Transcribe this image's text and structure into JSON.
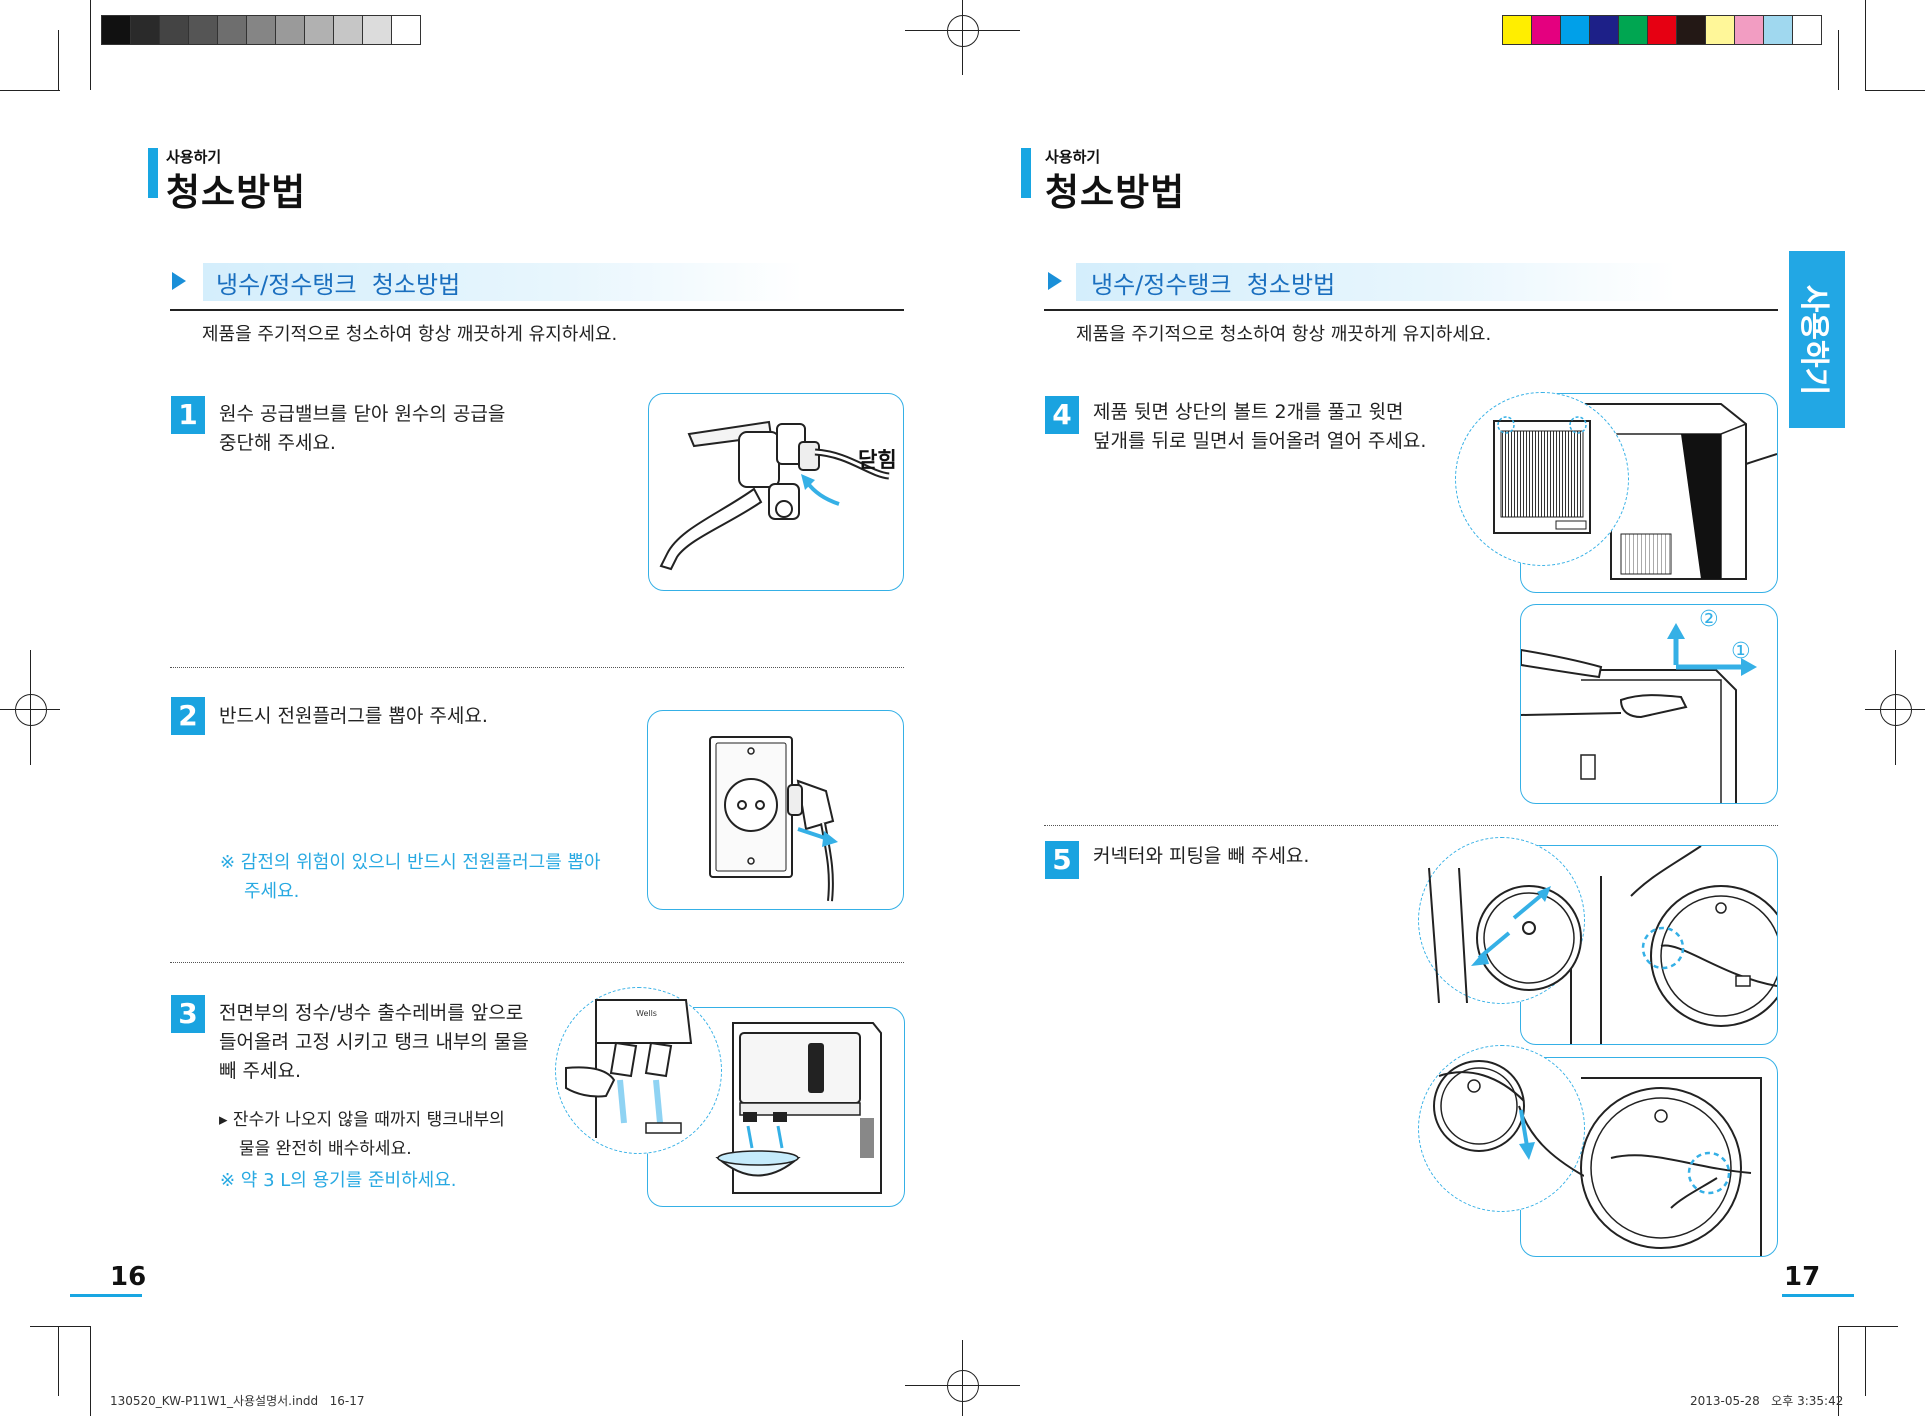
{
  "swatches": {
    "gray": [
      "#111111",
      "#2a2a2a",
      "#444444",
      "#555555",
      "#6e6e6e",
      "#858585",
      "#9a9a9a",
      "#b1b1b1",
      "#c6c6c6",
      "#dcdcdc",
      "#ffffff"
    ],
    "color": [
      "#ffee00",
      "#e4007f",
      "#00a0e9",
      "#1d2088",
      "#00a651",
      "#e60012",
      "#231815",
      "#fff799",
      "#f29dc2",
      "#a0d8ef",
      "#ffffff"
    ]
  },
  "left": {
    "header_sub": "사용하기",
    "header_title": "청소방법",
    "section_title": "냉수/정수탱크  청소방법",
    "intro": "제품을 주기적으로 청소하여 항상 깨끗하게 유지하세요.",
    "step1": {
      "num": "1",
      "line1": "원수 공급밸브를 닫아 원수의 공급을",
      "line2": "중단해 주세요.",
      "image_label": "닫힘"
    },
    "step2": {
      "num": "2",
      "line1": "반드시 전원플러그를 뽑아 주세요.",
      "note1": "※ 감전의 위험이 있으니 반드시 전원플러그를 뽑아",
      "note2": "주세요."
    },
    "step3": {
      "num": "3",
      "line1": "전면부의 정수/냉수 출수레버를 앞으로",
      "line2": "들어올려 고정 시키고 탱크 내부의 물을",
      "line3": "빼 주세요.",
      "bullet1": "▸ 잔수가 나오지 않을 때까지 탱크내부의",
      "bullet2": "물을 완전히 배수하세요.",
      "note": "※ 약 3 L의 용기를 준비하세요.",
      "brand": "Wells"
    },
    "page_number": "16"
  },
  "right": {
    "header_sub": "사용하기",
    "header_title": "청소방법",
    "section_title": "냉수/정수탱크  청소방법",
    "intro": "제품을 주기적으로 청소하여 항상 깨끗하게 유지하세요.",
    "step4": {
      "num": "4",
      "line1": "제품 뒷면 상단의 볼트 2개를 풀고 윗면",
      "line2": "덮개를 뒤로 밀면서 들어올려 열어 주세요.",
      "mark1": "①",
      "mark2": "②"
    },
    "step5": {
      "num": "5",
      "line1": "커넥터와 피팅을 빼 주세요."
    },
    "side_tab": "사용하기",
    "page_number": "17"
  },
  "footer": {
    "file": "130520_KW-P11W1_사용설명서.indd   16-17",
    "date": "2013-05-28   오후 3:35:42"
  }
}
